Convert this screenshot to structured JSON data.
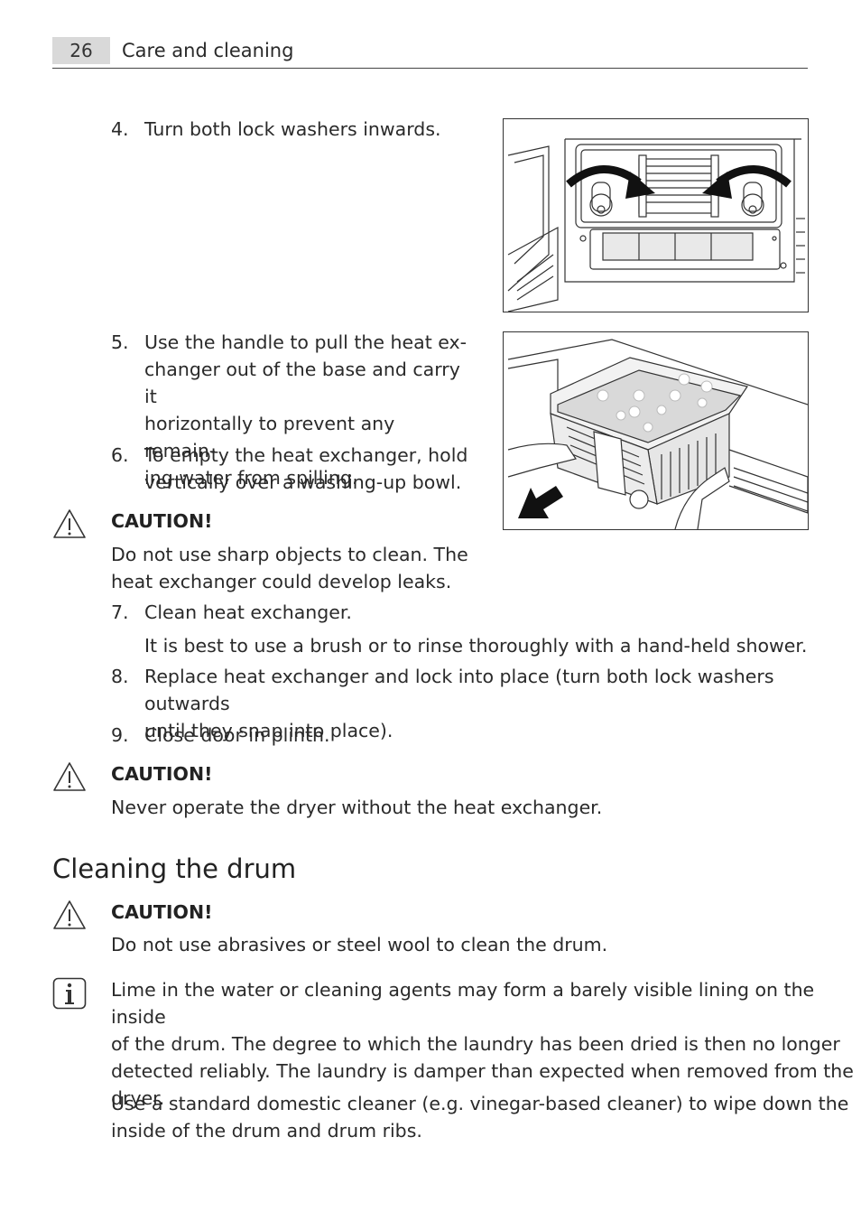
{
  "header": {
    "page_number": "26",
    "title": "Care and cleaning"
  },
  "steps": [
    {
      "num": "4.",
      "text": "Turn both lock washers inwards."
    },
    {
      "num": "5.",
      "lines": [
        "Use the handle to pull the heat ex-",
        "changer out of the base and carry it",
        "horizontally to prevent any remain-",
        "ing water from spilling."
      ]
    },
    {
      "num": "6.",
      "lines": [
        "To empty the heat exchanger, hold",
        "vertically over a washing-up bowl."
      ]
    },
    {
      "num": "7.",
      "text": "Clean heat exchanger.",
      "note": "It is best to use a brush or to rinse thoroughly with a hand-held shower."
    },
    {
      "num": "8.",
      "lines": [
        "Replace heat exchanger and lock into place (turn both lock washers outwards",
        "until they snap into place)."
      ]
    },
    {
      "num": "9.",
      "text": "Close door in plinth."
    }
  ],
  "cautions": [
    {
      "title": "CAUTION!",
      "lines": [
        "Do not use sharp objects to clean. The",
        "heat exchanger could develop leaks."
      ]
    },
    {
      "title": "CAUTION!",
      "text": "Never operate the dryer without the heat exchanger."
    },
    {
      "title": "CAUTION!",
      "text": "Do not use abrasives or steel wool to clean the drum."
    }
  ],
  "section": {
    "title": "Cleaning the drum"
  },
  "info": {
    "lines": [
      "Lime in the water or cleaning agents may form a barely visible lining on the inside",
      "of the drum. The degree to which the laundry has been dried is then no longer",
      "detected reliably. The laundry is damper than expected when removed from the",
      "dryer."
    ],
    "para2_lines": [
      "Use a standard domestic cleaner (e.g. vinegar-based cleaner) to wipe down the",
      "inside of the drum and drum ribs."
    ]
  },
  "icons": {
    "warning": "warning-triangle-icon",
    "info": "info-icon",
    "arrow": "rotate-arrow-icon"
  }
}
